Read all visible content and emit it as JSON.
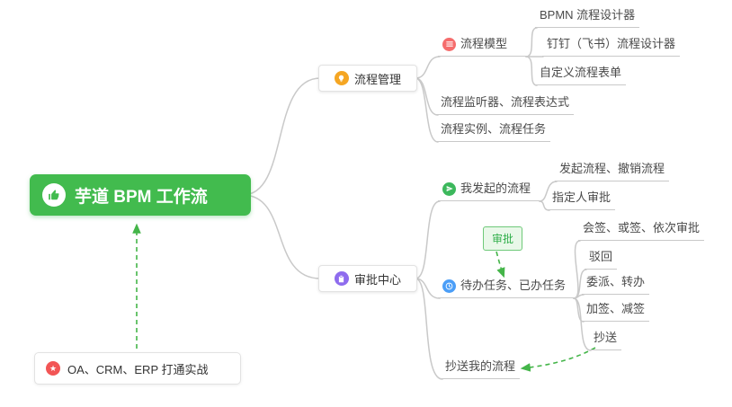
{
  "nodes": {
    "root": "芋道 BPM 工作流",
    "process_mgmt": "流程管理",
    "process_model": "流程模型",
    "model_items": [
      "BPMN 流程设计器",
      "钉钉（飞书）流程设计器",
      "自定义流程表单"
    ],
    "listener": "流程监听器、流程表达式",
    "instance": "流程实例、流程任务",
    "approval_center": "审批中心",
    "my_initiated": "我发起的流程",
    "initiated_items": [
      "发起流程、撤销流程",
      "指定人审批"
    ],
    "todo_done": "待办任务、已办任务",
    "todo_items": [
      "会签、或签、依次审批",
      "驳回",
      "委派、转办",
      "加签、减签",
      "抄送"
    ],
    "cc_me": "抄送我的流程",
    "approval_badge": "审批",
    "note": "OA、CRM、ERP 打通实战"
  },
  "icons": {
    "root": "thumbs-up",
    "process_mgmt": "lightbulb",
    "approval_center": "clipboard",
    "process_model": "list",
    "my_initiated": "paper-plane",
    "todo_done": "clock",
    "note": "star"
  },
  "colors": {
    "root_bg": "#42bb4e",
    "connector": "#c9c9c9",
    "arrow_green": "#44b549",
    "badge_text": "#2fae49",
    "icon_orange": "#f5a623",
    "icon_purple": "#8e6cee",
    "icon_red": "#f56c6c",
    "icon_green": "#3cb85c",
    "icon_blue": "#4b9ef7",
    "icon_star_red": "#f25555"
  }
}
